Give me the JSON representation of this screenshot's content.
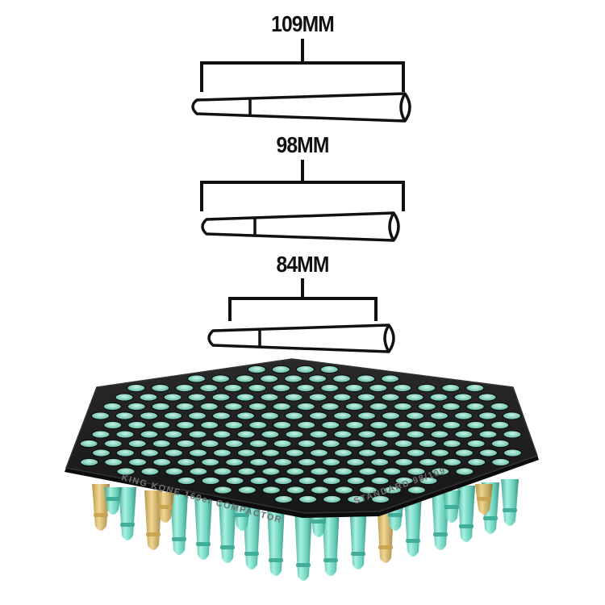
{
  "sizes": [
    {
      "label": "109MM"
    },
    {
      "label": "98MM"
    },
    {
      "label": "84MM"
    }
  ],
  "tray": {
    "engraving_left": "KING KONE 169er COMPACTOR",
    "engraving_right": "STANDARD 98/109"
  },
  "colors": {
    "ink": "#111111",
    "tray": "#1c1c1c",
    "hole": "#8fdcc8",
    "cone_tube": "#5ecdb8",
    "cone_amber": "#d9b45a"
  },
  "icons": [
    "cone-109mm-icon",
    "cone-98mm-icon",
    "cone-84mm-icon",
    "hexagon-tray"
  ]
}
